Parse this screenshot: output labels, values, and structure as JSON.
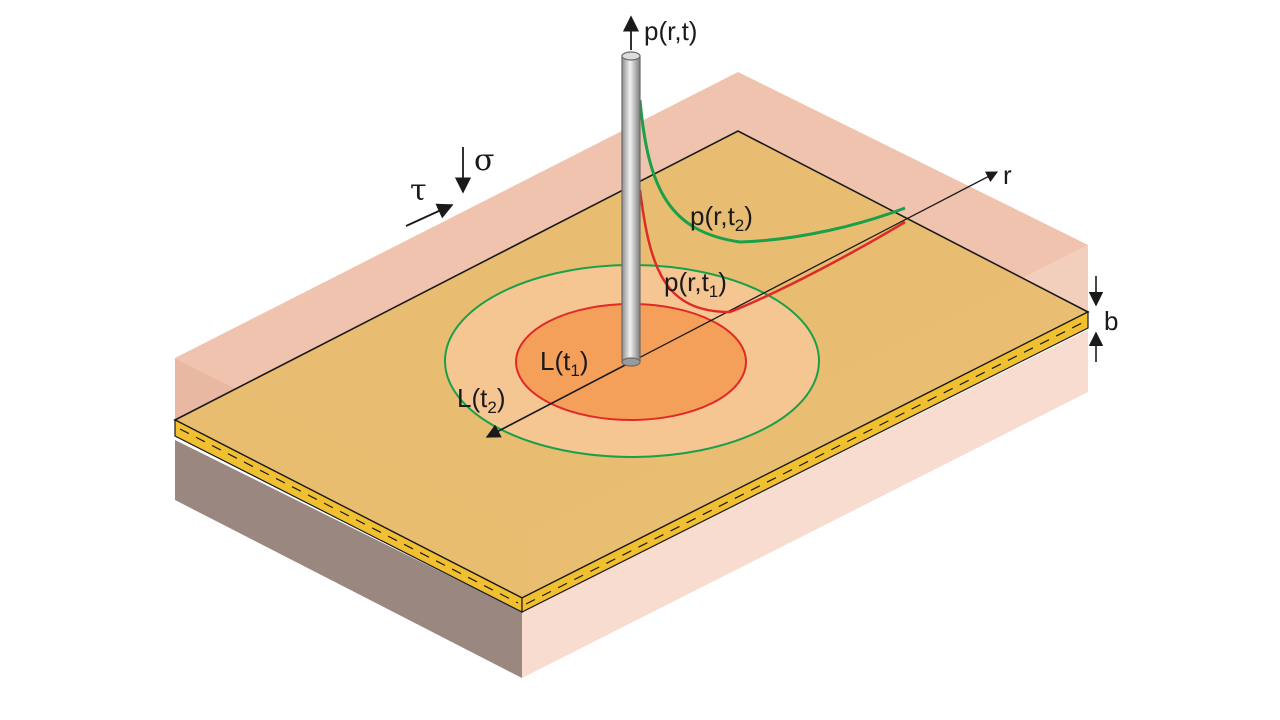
{
  "labels": {
    "wellbore_pressure": "p(r,t)",
    "radial_axis": "r",
    "shear_stress": "τ",
    "normal_stress": "σ",
    "thickness": "b",
    "pressure_t2": {
      "base": "p(r,t",
      "sub": "2",
      "close": ")"
    },
    "pressure_t1": {
      "base": "p(r,t",
      "sub": "1",
      "close": ")"
    },
    "length_t1": {
      "base": "L(t",
      "sub": "1",
      "close": ")"
    },
    "length_t2": {
      "base": "L(t",
      "sub": "2",
      "close": ")"
    }
  },
  "colors": {
    "upper_block": "#efc3ad",
    "lower_block": "#f7dccf",
    "lower_block_dark": "#9a8780",
    "fault_plane": "#e8bd6b",
    "fault_layer_edge": "#f1c030",
    "zone_t2": "#f5c592",
    "zone_t1": "#f4a05a",
    "curve_t2": "#19a049",
    "curve_t1": "#e02a26",
    "wellbore": "#c9c9c9"
  }
}
